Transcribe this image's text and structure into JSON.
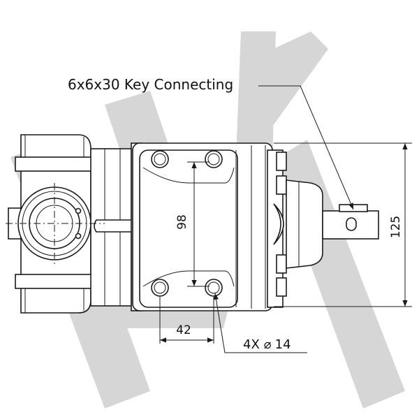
{
  "watermark": {
    "color": "#d6d6d6",
    "shape": "logo-watermark"
  },
  "callouts": {
    "key": "6x6x30 Key Connecting",
    "holes": "4X",
    "hole_diameter": "14",
    "diameter_symbol": "⌀"
  },
  "dimensions": {
    "vertical_spacing": "98",
    "horizontal_spacing": "42",
    "overall_height": "125"
  },
  "colors": {
    "line": "#1a1a1a",
    "background": "#ffffff"
  }
}
